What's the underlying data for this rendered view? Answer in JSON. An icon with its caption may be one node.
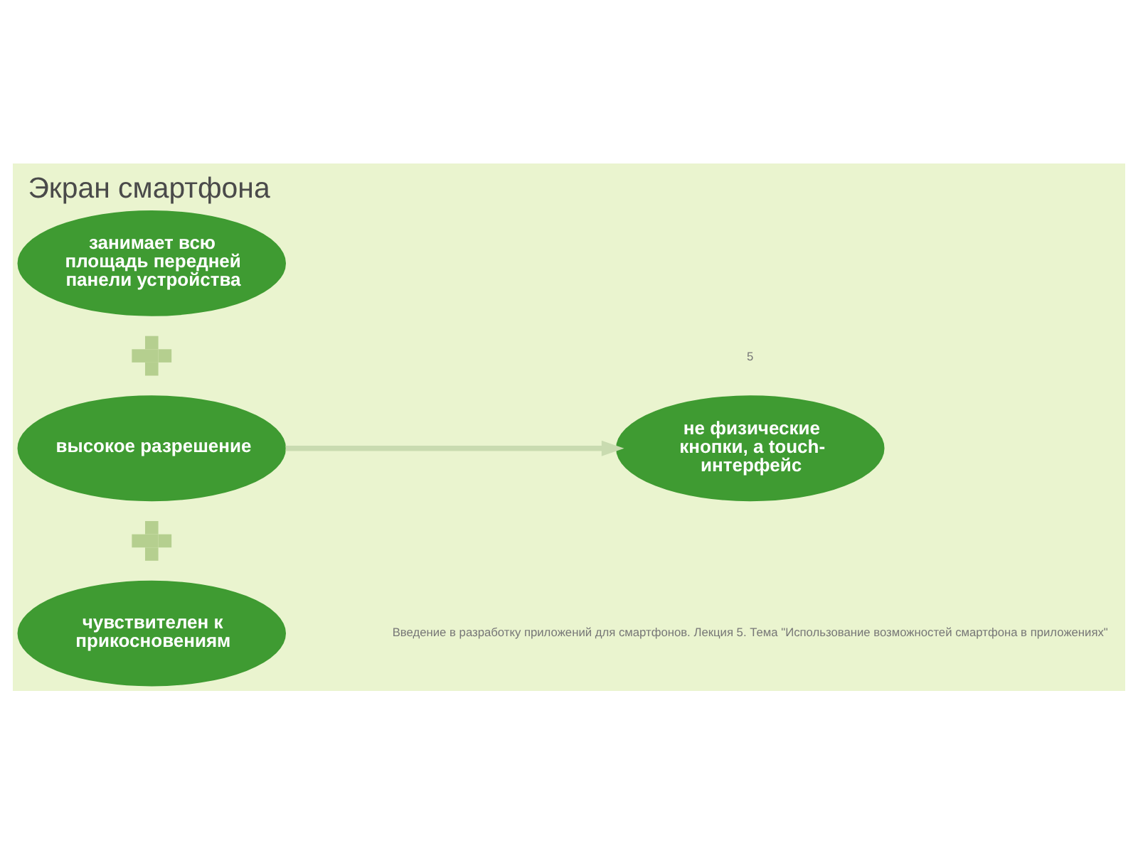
{
  "diagram": {
    "title": "Экран смартфона",
    "nodes": [
      {
        "text": [
          "занимает всю площадь передней панели устройства"
        ]
      },
      {
        "text": [],
        "shape": "plus"
      },
      {
        "text": [
          "высокое разрешение"
        ]
      },
      {
        "text": [],
        "shape": "plus"
      },
      {
        "text": [
          "чувствителен к прикосновениям"
        ]
      },
      {
        "text": [
          "не физические кнопки, а touch-интерфейс"
        ]
      }
    ],
    "edges": [
      {
        "from": 2,
        "to": 5,
        "arrow": "to",
        "color": "#c9dbb0"
      }
    ],
    "labels": [
      "Введение в разработку приложений для смартфонов. Лекция 5. Тема \"Использование возможностей смартфона в приложениях\"",
      "5"
    ]
  }
}
